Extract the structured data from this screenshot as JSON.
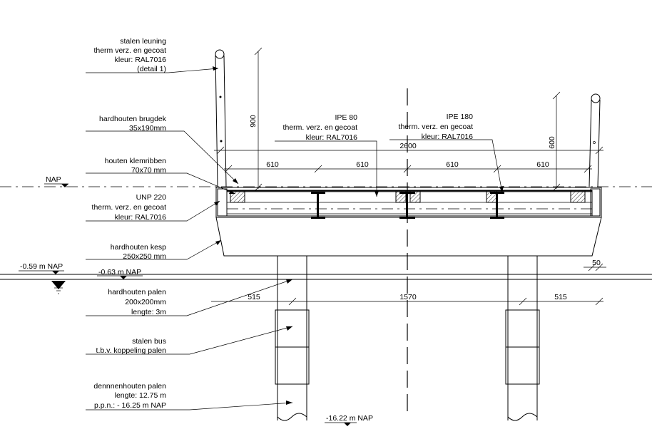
{
  "labels": {
    "railing": [
      "stalen leuning",
      "therm verz. en gecoat",
      "kleur: RAL7016",
      "(detail 1)"
    ],
    "deck": [
      "hardhouten brugdek",
      "35x190mm"
    ],
    "clamp": [
      "houten klemribben",
      "70x70 mm"
    ],
    "unp": [
      "UNP 220",
      "therm. verz. en gecoat",
      "kleur: RAL7016"
    ],
    "kesp": [
      "hardhouten kesp",
      "250x250 mm"
    ],
    "hardwood_piles": [
      "hardhouten palen",
      "200x200mm",
      "lengte: 3m"
    ],
    "steel_sleeve": [
      "stalen bus",
      "t.b.v. koppeling palen"
    ],
    "pine_piles": [
      "dennnenhouten palen",
      "lengte: 12.75 m",
      "p.p.n.: - 16.25 m NAP"
    ],
    "ipe80": [
      "IPE 80",
      "therm.  verz. en gecoat",
      "kleur: RAL7016"
    ],
    "ipe180": [
      "IPE 180",
      "therm.  verz. en gecoat",
      "kleur: RAL7016"
    ]
  },
  "levels": {
    "nap": "NAP",
    "water_left": "-0.59 m NAP",
    "water_mid": "-0.63 m NAP",
    "bottom": "-16.22 m NAP"
  },
  "dimensions": {
    "railing_left": "900",
    "railing_right": "600",
    "total_width": "2600",
    "deck_spacing": [
      "610",
      "610",
      "610",
      "610"
    ],
    "pile_spacing": [
      "515",
      "1570",
      "515"
    ],
    "cap_offset": "50"
  }
}
